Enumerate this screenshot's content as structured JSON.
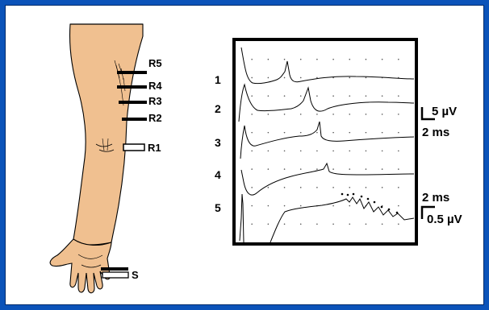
{
  "electrode_labels": {
    "r5": "R5",
    "r4": "R4",
    "r3": "R3",
    "r2": "R2",
    "r1": "R1",
    "s": "S"
  },
  "trace_labels": [
    "1",
    "2",
    "3",
    "4",
    "5"
  ],
  "scale_bars": {
    "upper": {
      "voltage": "5 µV",
      "time": "2 ms"
    },
    "lower": {
      "time": "2 ms",
      "voltage": "0.5 µV"
    }
  },
  "colors": {
    "page_border": "#0b53b9",
    "arm_skin": "#f0c090",
    "ink": "#000000"
  }
}
